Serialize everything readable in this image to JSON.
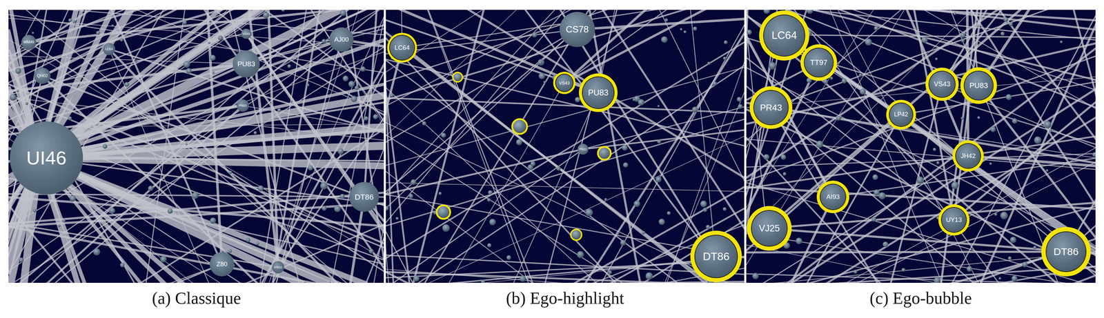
{
  "diagram": {
    "nodes": [
      {
        "text": [
          "MM49"
        ]
      },
      {
        "text": [
          "LC64"
        ]
      },
      {
        "text": [
          "VS43"
        ]
      },
      {
        "text": [
          "AJ00"
        ]
      },
      {
        "text": [
          "PU83"
        ]
      },
      {
        "text": [
          "QH02"
        ]
      },
      {
        "text": [
          "PN21"
        ]
      },
      {
        "text": [
          "UI46"
        ]
      },
      {
        "text": [
          "DT86"
        ]
      },
      {
        "text": [
          "Z80"
        ]
      },
      {
        "text": [
          "KN12"
        ]
      },
      {
        "text": [
          "CS78"
        ]
      },
      {
        "text": [
          "LC64"
        ]
      },
      {
        "text": [
          "VS43"
        ]
      },
      {
        "text": [
          "PU83"
        ]
      },
      {
        "text": [
          "PN21"
        ]
      },
      {
        "text": [
          "DT86"
        ]
      },
      {
        "text": [
          "LC64"
        ]
      },
      {
        "text": [
          "TT97"
        ]
      },
      {
        "text": [
          "PR43"
        ]
      },
      {
        "text": [
          "VS43"
        ]
      },
      {
        "text": [
          "PU83"
        ]
      },
      {
        "text": [
          "LP42"
        ]
      },
      {
        "text": [
          "JH42"
        ]
      },
      {
        "text": [
          "AI93"
        ]
      },
      {
        "text": [
          "UY13"
        ]
      },
      {
        "text": [
          "VJ25"
        ]
      },
      {
        "text": [
          "DT86"
        ]
      }
    ],
    "labels": [
      "(a) Classique",
      "(b) Ego-highlight",
      "(c) Ego-bubble"
    ]
  }
}
